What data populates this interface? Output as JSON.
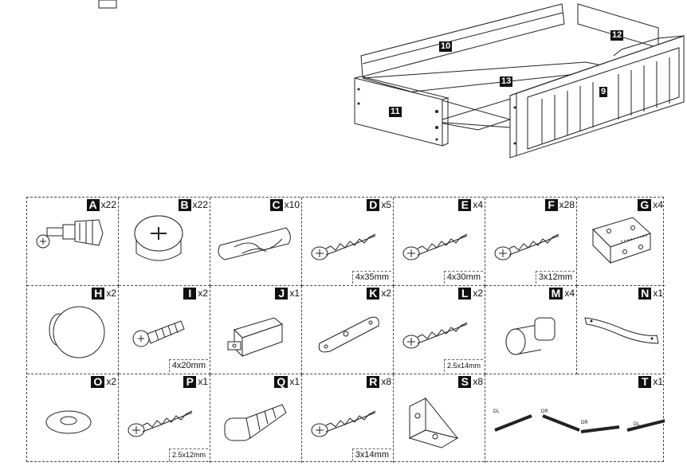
{
  "assembly": {
    "panel_numbers": [
      "10",
      "12",
      "13",
      "11",
      "9"
    ]
  },
  "parts": [
    {
      "letter": "A",
      "qty": "x22",
      "size": "",
      "icon": "cam-bolt-icon"
    },
    {
      "letter": "B",
      "qty": "x22",
      "size": "",
      "icon": "cam-lock-icon"
    },
    {
      "letter": "C",
      "qty": "x10",
      "size": "",
      "icon": "wooden-dowel-icon"
    },
    {
      "letter": "D",
      "qty": "x5",
      "size": "4x35mm",
      "icon": "screw-icon"
    },
    {
      "letter": "E",
      "qty": "x4",
      "size": "4x30mm",
      "icon": "screw-icon"
    },
    {
      "letter": "F",
      "qty": "x28",
      "size": "3x12mm",
      "icon": "screw-icon"
    },
    {
      "letter": "G",
      "qty": "x4",
      "size": "",
      "icon": "hinge-icon"
    },
    {
      "letter": "H",
      "qty": "x2",
      "size": "",
      "icon": "round-knob-icon"
    },
    {
      "letter": "I",
      "qty": "x2",
      "size": "4x20mm",
      "icon": "machine-screw-icon"
    },
    {
      "letter": "J",
      "qty": "x1",
      "size": "",
      "icon": "magnetic-catch-icon"
    },
    {
      "letter": "K",
      "qty": "x2",
      "size": "",
      "icon": "strike-plate-icon"
    },
    {
      "letter": "L",
      "qty": "x2",
      "size": "2.5x14mm",
      "icon": "screw-icon"
    },
    {
      "letter": "M",
      "qty": "x4",
      "size": "",
      "icon": "cylinder-knob-icon"
    },
    {
      "letter": "N",
      "qty": "x1",
      "size": "",
      "icon": "metal-strap-icon"
    },
    {
      "letter": "O",
      "qty": "x2",
      "size": "",
      "icon": "washer-icon"
    },
    {
      "letter": "P",
      "qty": "x1",
      "size": "2.5x12mm",
      "icon": "screw-icon"
    },
    {
      "letter": "Q",
      "qty": "x1",
      "size": "",
      "icon": "wall-anchor-icon"
    },
    {
      "letter": "R",
      "qty": "x8",
      "size": "3x14mm",
      "icon": "screw-icon"
    },
    {
      "letter": "S",
      "qty": "x8",
      "size": "",
      "icon": "corner-bracket-icon"
    },
    {
      "letter": "T",
      "qty": "x1",
      "size": "",
      "icon": "drawer-slide-icon"
    }
  ],
  "slide_labels": [
    "DL",
    "DR",
    "DR",
    "DL"
  ]
}
